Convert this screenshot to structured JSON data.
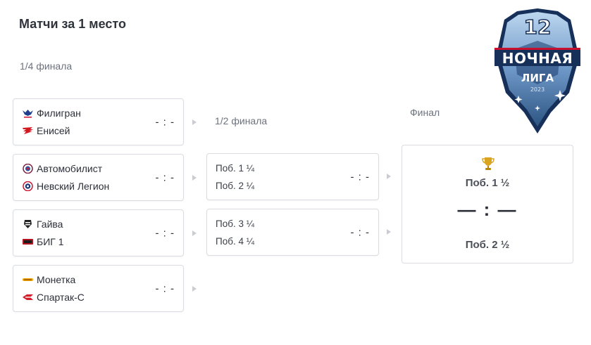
{
  "page": {
    "title": "Матчи за 1 место"
  },
  "rounds": {
    "quarter": "1/4 финала",
    "semi": "1/2 финала",
    "final": "Финал"
  },
  "quarterfinals": [
    {
      "team1": "Филигран",
      "team2": "Енисей",
      "score": "- : -"
    },
    {
      "team1": "Автомобилист",
      "team2": "Невский Легион",
      "score": "- : -"
    },
    {
      "team1": "Гайва",
      "team2": "БИГ 1",
      "score": "- : -"
    },
    {
      "team1": "Монетка",
      "team2": "Спартак-С",
      "score": "- : -"
    }
  ],
  "semifinals": [
    {
      "team1": "Поб. 1 ¼",
      "team2": "Поб. 2 ¼",
      "score": "- : -"
    },
    {
      "team1": "Поб. 3 ¼",
      "team2": "Поб. 4 ¼",
      "score": "- : -"
    }
  ],
  "final": {
    "team1": "Поб. 1 ½",
    "team2": "Поб. 2 ½",
    "score": "— : —"
  },
  "league_logo": {
    "number": "12",
    "line1": "НОЧНАЯ",
    "line2": "ЛИГА",
    "year": "2023"
  },
  "colors": {
    "border": "#d9dce1",
    "arrow": "#c9ccd2",
    "text": "#2b2f38",
    "muted": "#6c727d",
    "trophy": "#d9a521"
  }
}
